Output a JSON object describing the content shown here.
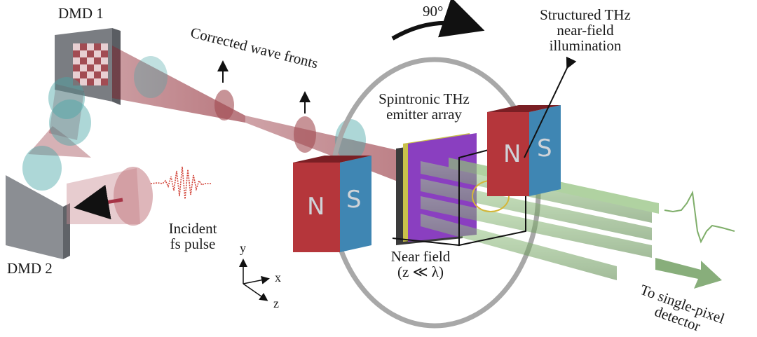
{
  "labels": {
    "dmd1": "DMD 1",
    "dmd2": "DMD 2",
    "corrected": "Corrected wave fronts",
    "rotation": "90°",
    "emitter_line1": "Spintronic THz",
    "emitter_line2": "emitter array",
    "structured_line1": "Structured THz",
    "structured_line2": "near-field",
    "structured_line3": "illumination",
    "incident_line1": "Incident",
    "incident_line2": "fs pulse",
    "nearfield_line1": "Near field",
    "nearfield_line2": "(z ≪ λ)",
    "detector_line1": "To single-pixel",
    "detector_line2": "detector",
    "axis_x": "x",
    "axis_y": "y",
    "axis_z": "z"
  },
  "magnets": {
    "north": "N",
    "south": "S"
  },
  "colors": {
    "beam_red": "#8a1f2a",
    "lens_teal": "#4aa6a6",
    "magnet_red": "#b5363b",
    "magnet_blue": "#3f86b3",
    "emitter_purple": "#8a3fc0",
    "terahertz_green": "#7fae6a",
    "ring_gray": "#9a9a9a"
  }
}
